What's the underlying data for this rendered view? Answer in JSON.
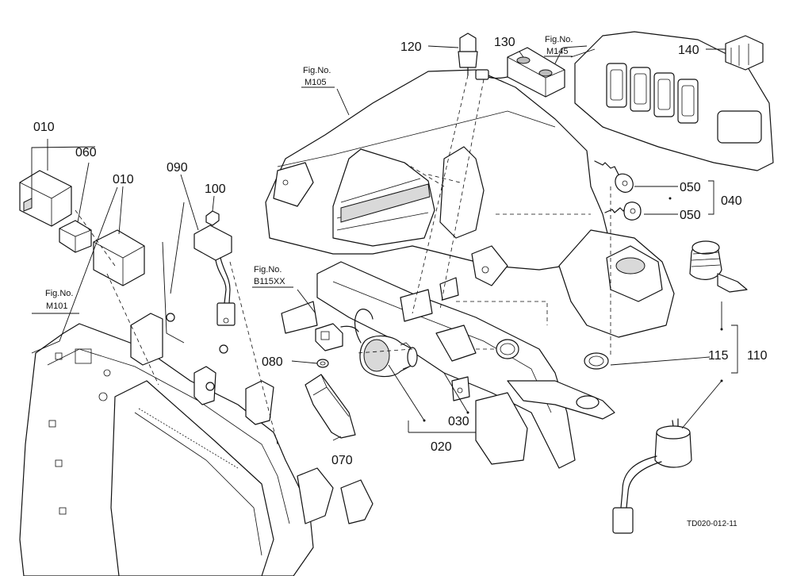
{
  "callouts": {
    "c010a": "010",
    "c060": "060",
    "c010b": "010",
    "c090": "090",
    "c100": "100",
    "c120": "120",
    "c130": "130",
    "c140": "140",
    "c050a": "050",
    "c050b": "050",
    "c040": "040",
    "c080": "080",
    "c070": "070",
    "c030": "030",
    "c020": "020",
    "c115": "115",
    "c110": "110"
  },
  "figure_refs": {
    "m145_fig": "Fig.No.",
    "m145_num": "M145",
    "m105_fig": "Fig.No.",
    "m105_num": "M105",
    "b115_fig": "Fig.No.",
    "b115_num": "B115XX",
    "m101_fig": "Fig.No.",
    "m101_num": "M101"
  },
  "drawing_code": "TD020-012-11"
}
